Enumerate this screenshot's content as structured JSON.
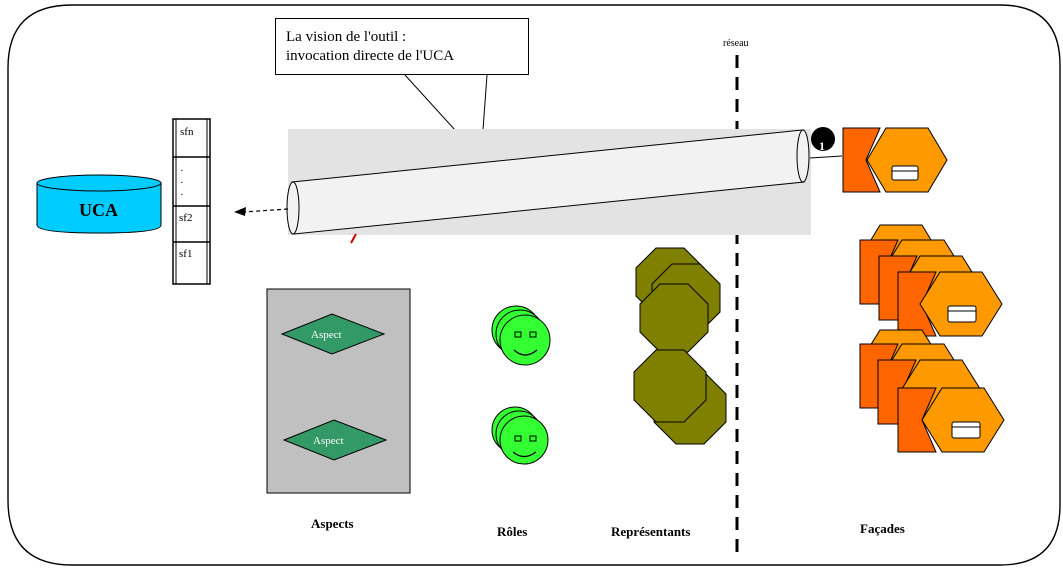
{
  "callout": {
    "line1": "La vision de l'outil :",
    "line2": "invocation directe de l'UCA"
  },
  "network_label": "réseau",
  "uca_label": "UCA",
  "stack": {
    "cells": [
      "sfn",
      "·",
      "·",
      "·",
      "sf2",
      "sf1"
    ]
  },
  "aspect_labels": [
    "Aspect",
    "Aspect"
  ],
  "step_badge": "1",
  "columns": {
    "aspects": "Aspects",
    "roles": "Rôles",
    "representants": "Représentants",
    "facades": "Façades"
  },
  "colors": {
    "uca": "#00ccff",
    "aspect_box": "#c0c0c0",
    "aspect_diamond": "#339966",
    "role_face": "#33ff33",
    "representant": "#808000",
    "facade_orange_dark": "#ff6600",
    "facade_orange_light": "#ff9900",
    "pipe": "#f0f0f0",
    "pipe_zone": "#e3e3e3"
  }
}
